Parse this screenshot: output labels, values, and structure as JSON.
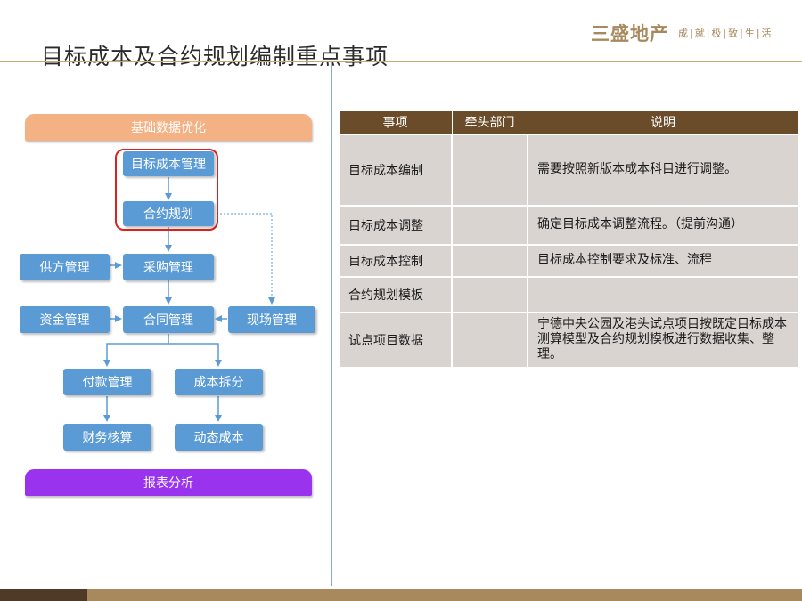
{
  "header": {
    "title": "目标成本及合约规划编制重点事项",
    "brand_name": "三盛地产",
    "brand_slogan": "成|就|极|致|生|活"
  },
  "flow": {
    "top_banner": "基础数据优化",
    "target_cost_mgmt": "目标成本管理",
    "contract_planning": "合约规划",
    "supplier_mgmt": "供方管理",
    "procurement_mgmt": "采购管理",
    "funds_mgmt": "资金管理",
    "contract_mgmt": "合同管理",
    "site_mgmt": "现场管理",
    "payment_mgmt": "付款管理",
    "cost_split": "成本拆分",
    "financial_accounting": "财务核算",
    "dynamic_cost": "动态成本",
    "bottom_banner": "报表分析"
  },
  "table": {
    "headers": [
      "事项",
      "牵头部门",
      "说明"
    ],
    "rows": [
      {
        "item": "目标成本编制",
        "dept": "",
        "desc": "需要按照新版本成本科目进行调整。"
      },
      {
        "item": "目标成本调整",
        "dept": "",
        "desc": "确定目标成本调整流程。（提前沟通）"
      },
      {
        "item": "目标成本控制",
        "dept": "",
        "desc": "目标成本控制要求及标准、流程"
      },
      {
        "item": "合约规划模板",
        "dept": "",
        "desc": ""
      },
      {
        "item": "试点项目数据",
        "dept": "",
        "desc": "宁德中央公园及港头试点项目按既定目标成本测算模型及合约规划模板进行数据收集、整理。"
      }
    ]
  },
  "colors": {
    "accent_brown": "#6b4c2a",
    "gold": "#a8895d",
    "box_blue": "#5b9bd5",
    "orange_banner": "#f4b183",
    "purple_banner": "#9933ee",
    "highlight_red": "#e0201c"
  }
}
